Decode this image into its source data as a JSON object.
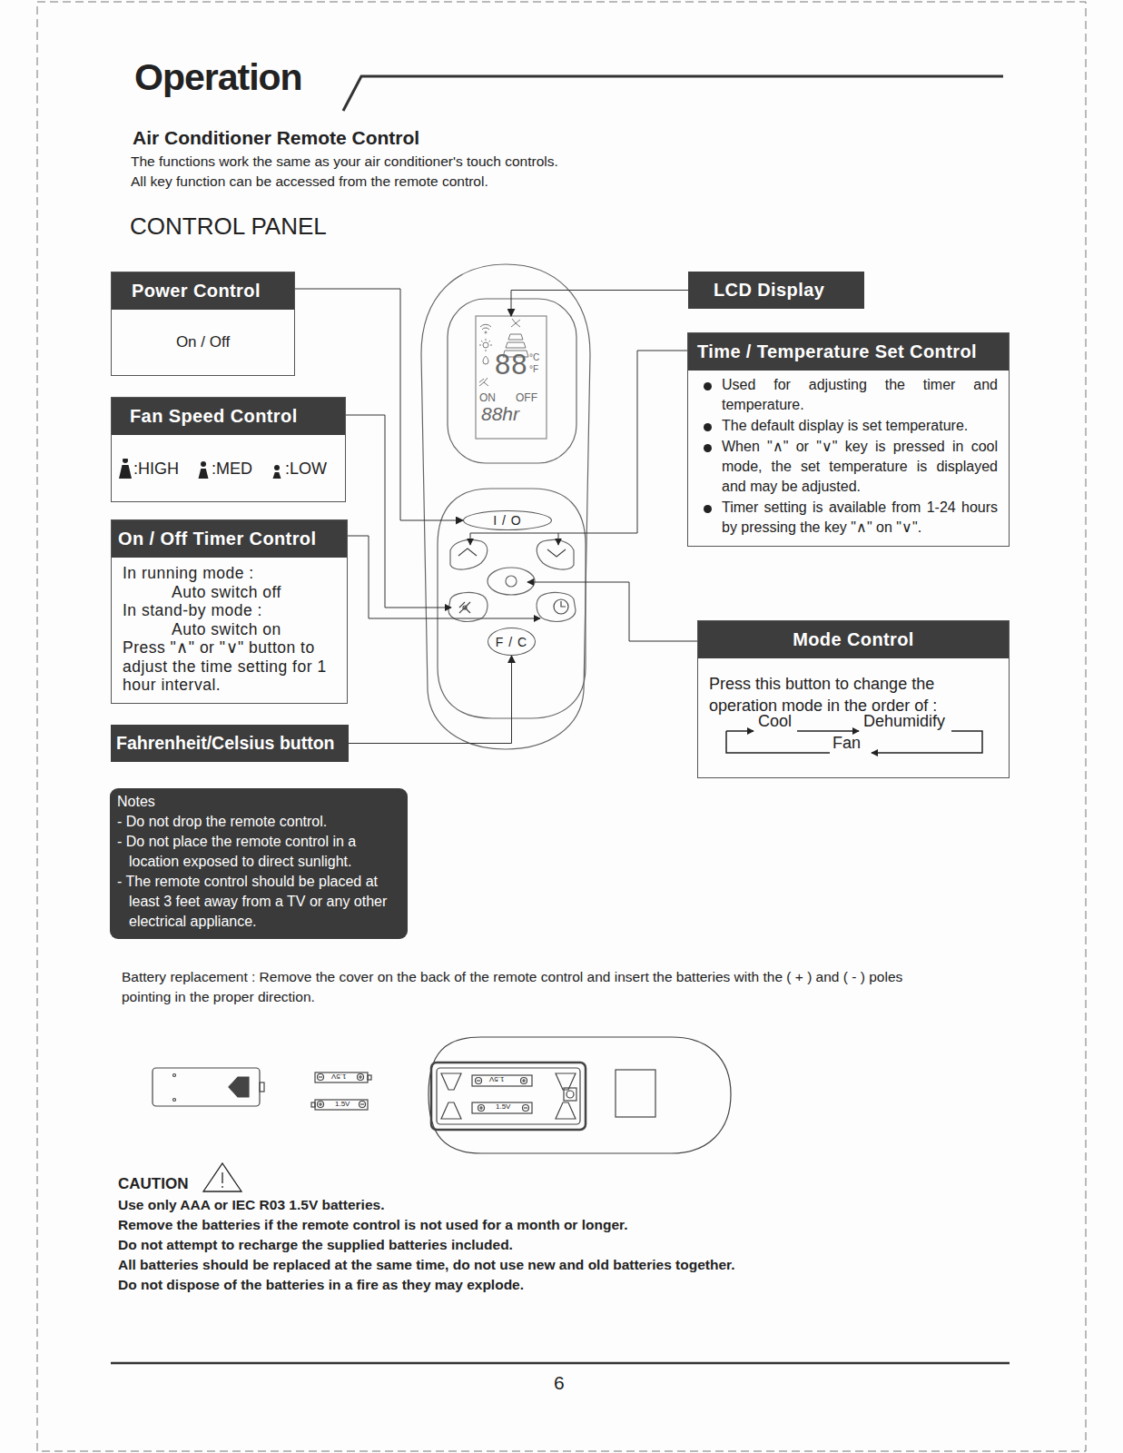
{
  "diagram": {
    "title": "Operation",
    "nodes": [
      {
        "text": [
          "Power Control",
          "On / Off"
        ]
      },
      {
        "text": [
          "LCD Display"
        ]
      },
      {
        "text": [
          "88",
          "°C",
          "°F",
          "ON",
          "OFF",
          "88hr"
        ]
      },
      {
        "text": [
          "Time / Temperature Set Control",
          "Used for adjusting the timer and temperature.",
          "The default display is set temperature.",
          "When \"∧\" or \"∨\" key is pressed in cool mode, the set temperature is displayed and may be adjusted.",
          "Timer setting is available from 1-24 hours by pressing the key \"∧\" on \"∨\"."
        ]
      },
      {
        "text": [
          "Fan Speed Control",
          ":HIGH",
          ":MED",
          ":LOW"
        ]
      },
      {
        "text": [
          "I / O"
        ]
      },
      {
        "text": [
          "On / Off Timer Control",
          "In running mode :",
          "Auto switch off",
          "In stand-by mode :",
          "Auto switch on",
          "Press \"∧\" or \"∨\" button to adjust the time setting for 1 hour interval."
        ]
      },
      {
        "text": [
          "Mode Control",
          "Press this button to change the operation mode in the order of :",
          "Cool",
          "Dehumidify",
          "Fan"
        ]
      },
      {
        "text": [
          "Fahrenheit/Celsius button"
        ]
      },
      {
        "text": [
          "F / C"
        ]
      },
      {
        "text": [
          "Notes",
          "- Do not drop the remote control.",
          "- Do not place the remote control in a location exposed to direct sunlight.",
          "- The remote control should be placed at least 3 feet away from a TV or any other electrical appliance."
        ]
      }
    ],
    "edges": [
      {
        "from": 0,
        "to": 5,
        "arrow": "to"
      },
      {
        "from": 1,
        "to": 2,
        "arrow": "to"
      },
      {
        "from": 8,
        "to": 9,
        "arrow": "to"
      }
    ],
    "labels": [
      "Air Conditioner Remote Control",
      "The functions work the same as your air conditioner's touch controls.",
      "All key function can be accessed from the remote control.",
      "CONTROL PANEL",
      "Battery replacement : Remove the cover on the back of the remote control and insert the batteries with the ( + ) and ( - ) poles pointing in the proper direction.",
      "1.5V",
      "1.5V",
      "1.5V",
      "1.5V",
      "CAUTION",
      "Use only AAA or IEC R03 1.5V batteries.",
      "Remove the batteries if the remote control is not used for a month or longer.",
      "Do not attempt to recharge the supplied batteries included.",
      "All batteries should be replaced at the same time, do not use new and old batteries together.",
      "Do not dispose of the batteries in a fire as they may explode.",
      "6"
    ]
  }
}
